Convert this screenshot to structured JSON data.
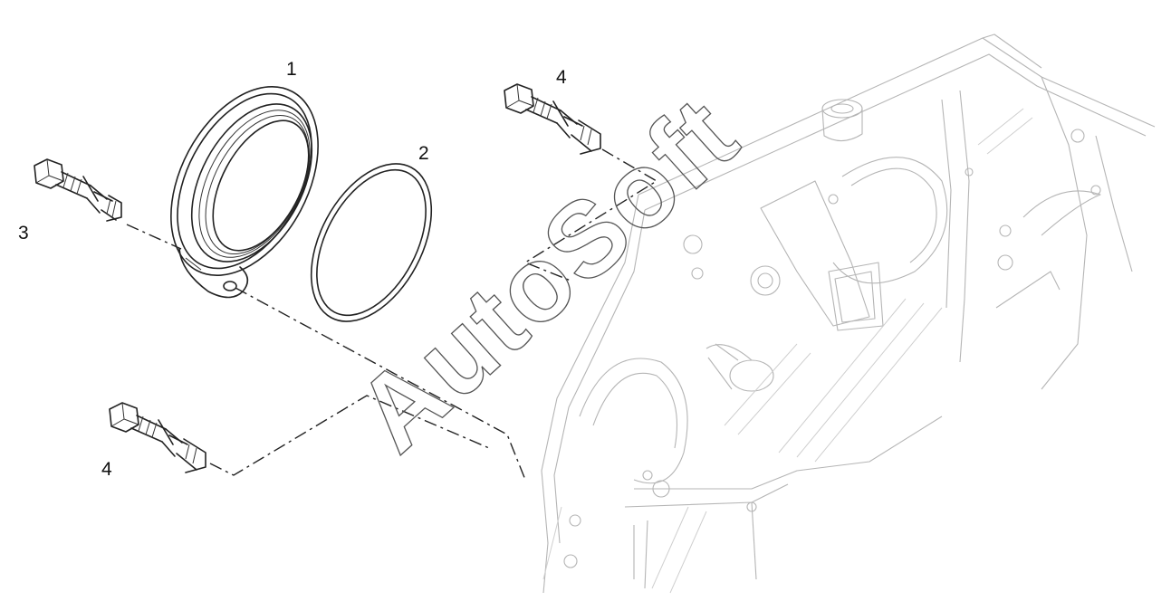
{
  "diagram": {
    "type": "exploded-parts-view",
    "callouts": [
      {
        "id": "callout-1",
        "label": "1"
      },
      {
        "id": "callout-2",
        "label": "2"
      },
      {
        "id": "callout-3",
        "label": "3"
      },
      {
        "id": "callout-4-top",
        "label": "4"
      },
      {
        "id": "callout-4-bottom",
        "label": "4"
      }
    ],
    "watermark": "AutoSoft",
    "colors": {
      "line": "#222222",
      "background-part": "#b5b5b5",
      "watermark-outline": "#555555"
    }
  }
}
